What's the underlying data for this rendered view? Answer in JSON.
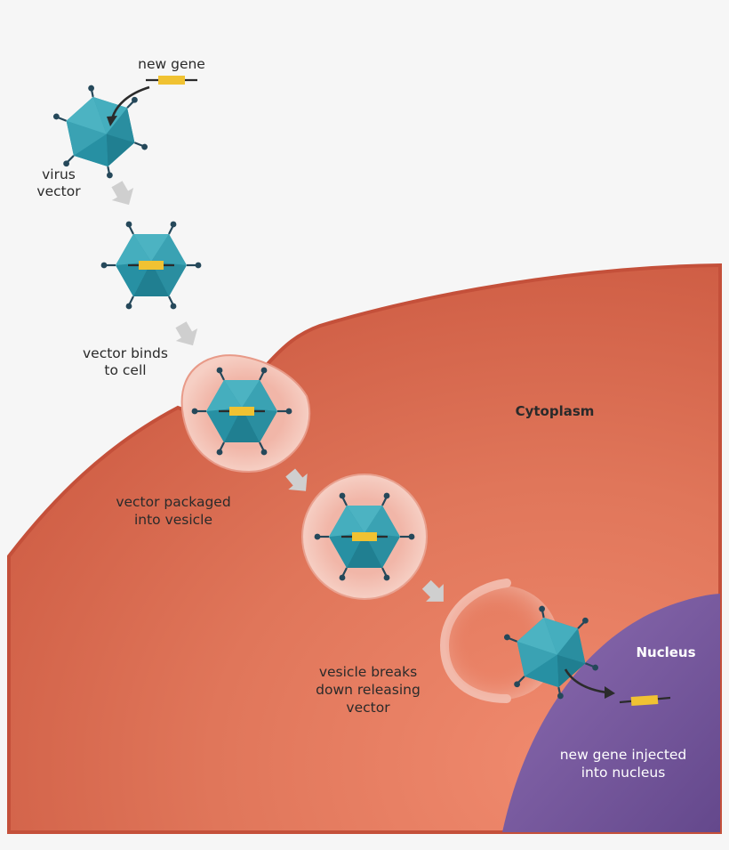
{
  "labels": {
    "new_gene": "new gene",
    "virus_vector_1": "virus",
    "virus_vector_2": "vector",
    "binds_1": "vector binds",
    "binds_2": "to cell",
    "cytoplasm": "Cytoplasm",
    "packaged_1": "vector packaged",
    "packaged_2": "into vesicle",
    "breaks_1": "vesicle breaks",
    "breaks_2": "down releasing",
    "breaks_3": "vector",
    "nucleus": "Nucleus",
    "injected_1": "new gene injected",
    "injected_2": "into nucleus"
  },
  "colors": {
    "background": "#f6f6f6",
    "cell_outer": "#cf5c44",
    "cell_inner": "#e8856b",
    "nucleus": "#7a5a9a",
    "virus_light": "#3ba3b4",
    "virus_dark": "#1f7f92",
    "gene": "#f0c232",
    "arrow": "#cdcdcd"
  }
}
